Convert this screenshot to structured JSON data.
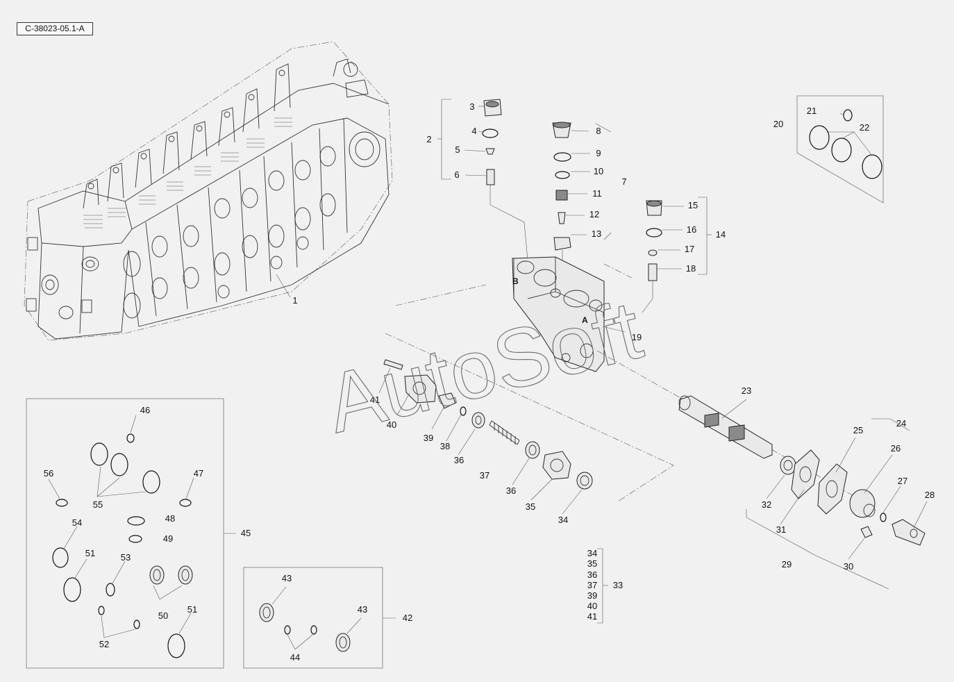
{
  "diagram": {
    "reference_code": "C-38023-05.1-A",
    "watermark": "AutoSoft",
    "list_33": [
      "34",
      "35",
      "36",
      "37",
      "39",
      "40",
      "41"
    ],
    "callouts": [
      {
        "id": "c1",
        "text": "1"
      },
      {
        "id": "c2",
        "text": "2"
      },
      {
        "id": "c3",
        "text": "3"
      },
      {
        "id": "c4",
        "text": "4"
      },
      {
        "id": "c5",
        "text": "5"
      },
      {
        "id": "c6",
        "text": "6"
      },
      {
        "id": "c7",
        "text": "7"
      },
      {
        "id": "c8",
        "text": "8"
      },
      {
        "id": "c9",
        "text": "9"
      },
      {
        "id": "c10",
        "text": "10"
      },
      {
        "id": "c11",
        "text": "11"
      },
      {
        "id": "c12",
        "text": "12"
      },
      {
        "id": "c13",
        "text": "13"
      },
      {
        "id": "c14",
        "text": "14"
      },
      {
        "id": "c15",
        "text": "15"
      },
      {
        "id": "c16",
        "text": "16"
      },
      {
        "id": "c17",
        "text": "17"
      },
      {
        "id": "c18",
        "text": "18"
      },
      {
        "id": "c19",
        "text": "19"
      },
      {
        "id": "c20",
        "text": "20"
      },
      {
        "id": "c21",
        "text": "21"
      },
      {
        "id": "c22",
        "text": "22"
      },
      {
        "id": "c23",
        "text": "23"
      },
      {
        "id": "c24",
        "text": "24"
      },
      {
        "id": "c25",
        "text": "25"
      },
      {
        "id": "c26",
        "text": "26"
      },
      {
        "id": "c27",
        "text": "27"
      },
      {
        "id": "c28",
        "text": "28"
      },
      {
        "id": "c29",
        "text": "29"
      },
      {
        "id": "c30",
        "text": "30"
      },
      {
        "id": "c31",
        "text": "31"
      },
      {
        "id": "c32",
        "text": "32"
      },
      {
        "id": "c33",
        "text": "33"
      },
      {
        "id": "c34",
        "text": "34"
      },
      {
        "id": "c35",
        "text": "35"
      },
      {
        "id": "c36a",
        "text": "36"
      },
      {
        "id": "c36b",
        "text": "36"
      },
      {
        "id": "c37",
        "text": "37"
      },
      {
        "id": "c38",
        "text": "38"
      },
      {
        "id": "c39",
        "text": "39"
      },
      {
        "id": "c40",
        "text": "40"
      },
      {
        "id": "c41",
        "text": "41"
      },
      {
        "id": "c42",
        "text": "42"
      },
      {
        "id": "c43a",
        "text": "43"
      },
      {
        "id": "c43b",
        "text": "43"
      },
      {
        "id": "c44",
        "text": "44"
      },
      {
        "id": "c45",
        "text": "45"
      },
      {
        "id": "c46",
        "text": "46"
      },
      {
        "id": "c47",
        "text": "47"
      },
      {
        "id": "c48",
        "text": "48"
      },
      {
        "id": "c49",
        "text": "49"
      },
      {
        "id": "c50",
        "text": "50"
      },
      {
        "id": "c51a",
        "text": "51"
      },
      {
        "id": "c51b",
        "text": "51"
      },
      {
        "id": "c52",
        "text": "52"
      },
      {
        "id": "c53",
        "text": "53"
      },
      {
        "id": "c54",
        "text": "54"
      },
      {
        "id": "c55",
        "text": "55"
      },
      {
        "id": "c56",
        "text": "56"
      }
    ]
  }
}
